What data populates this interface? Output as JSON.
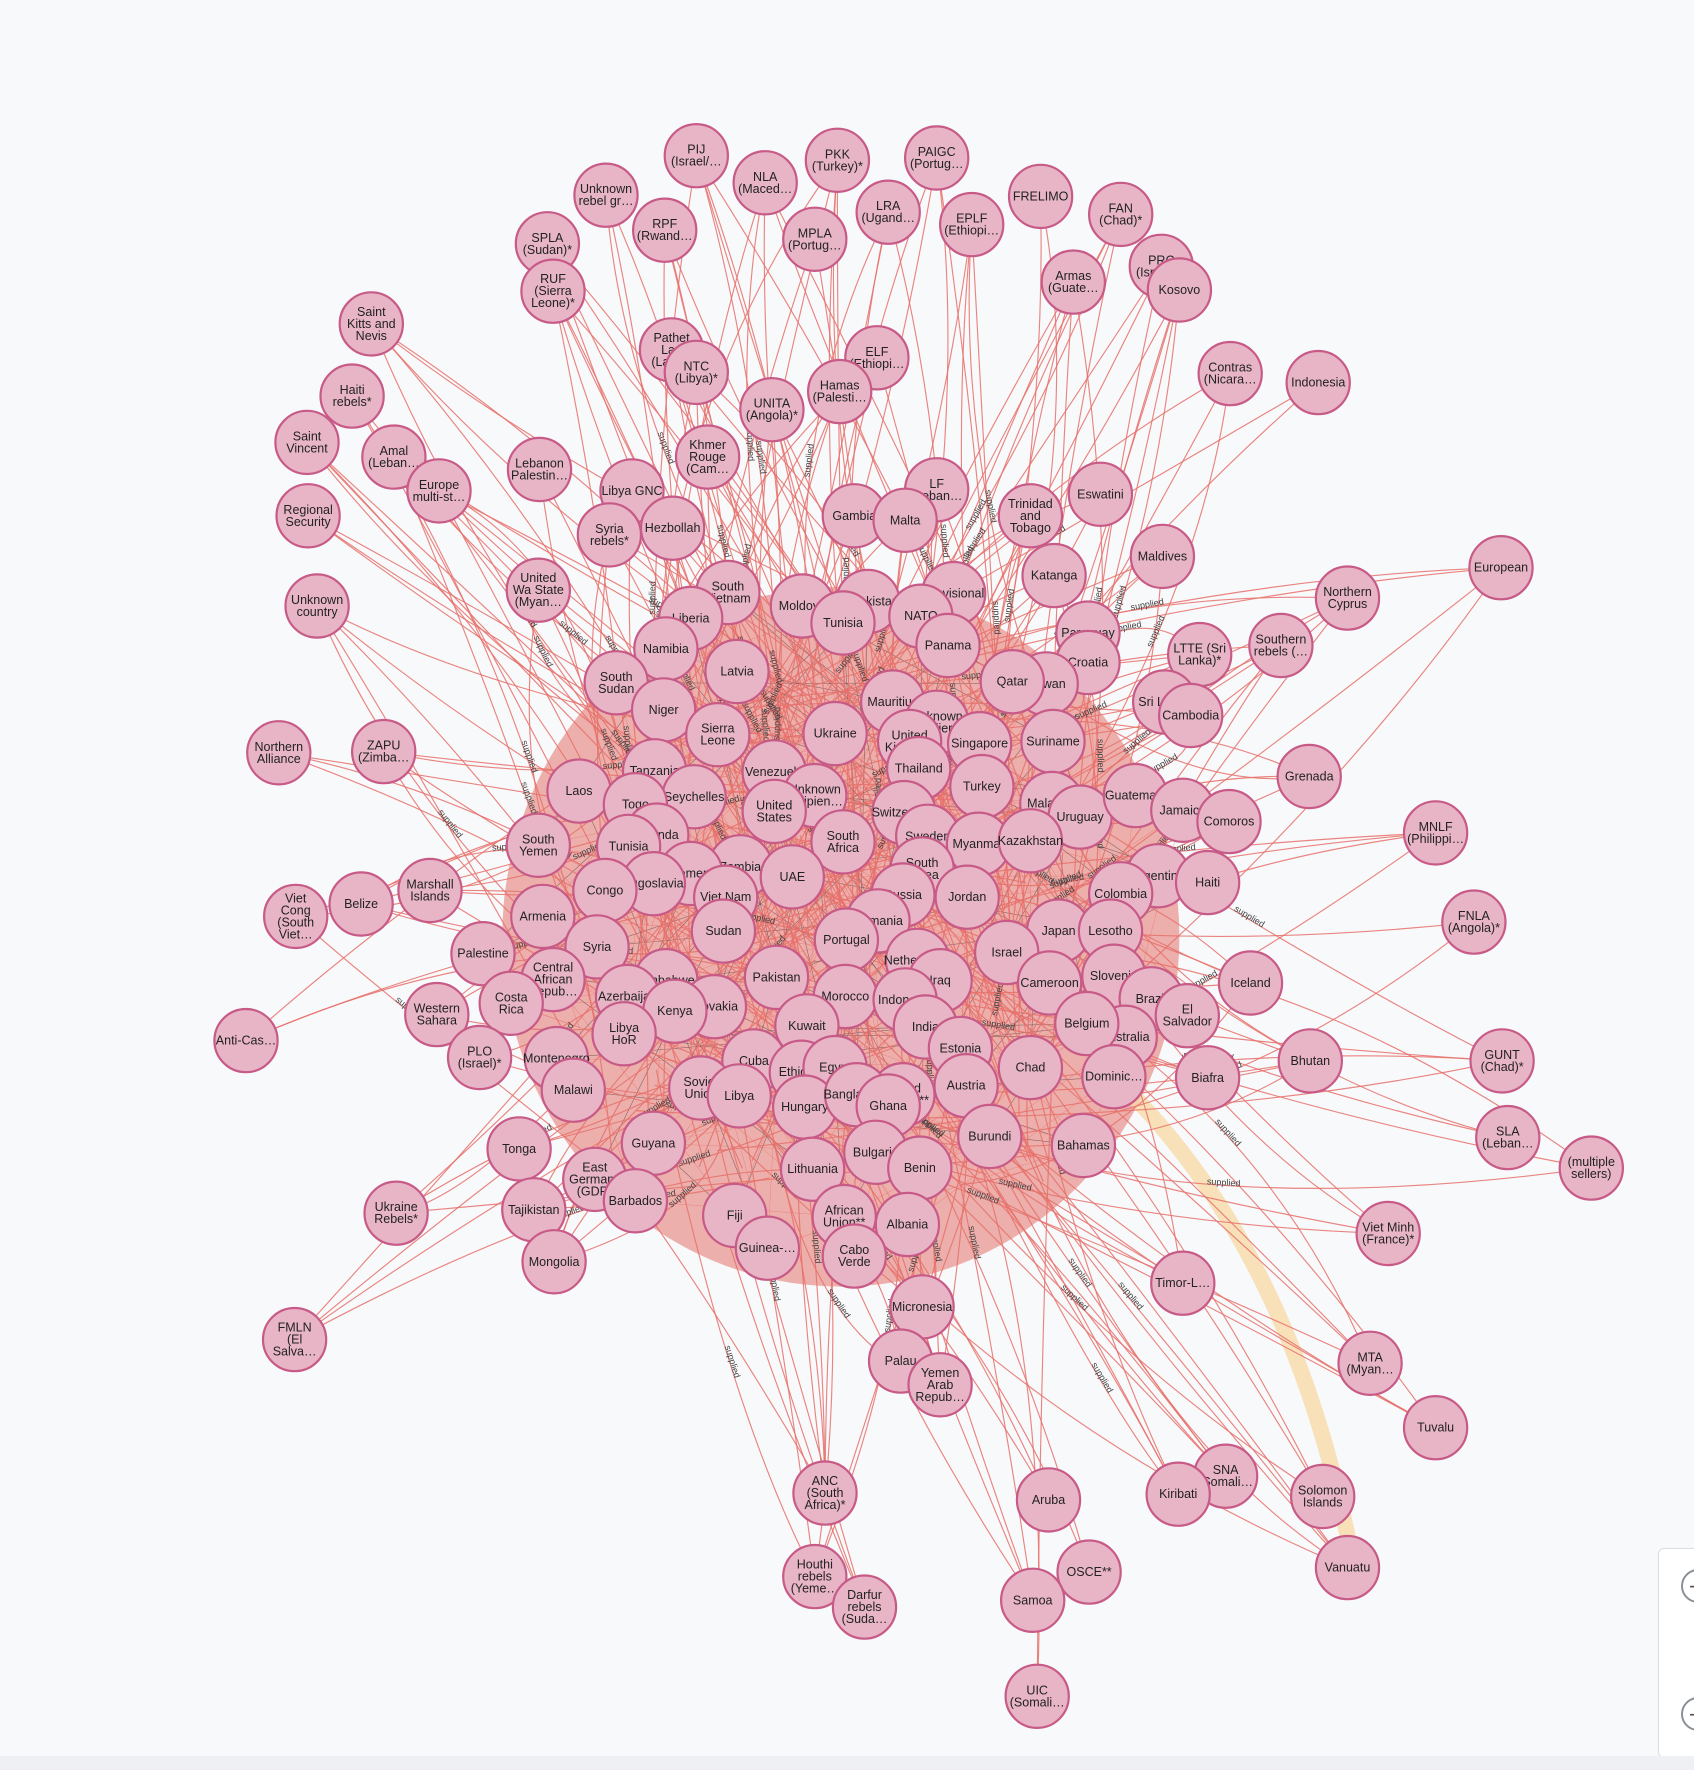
{
  "graph": {
    "edge_label": "supplied",
    "colors": {
      "node_fill": "#e8b5c7",
      "node_stroke": "#c75a86",
      "edge": "#e6706a",
      "highlight": "#f7d9a8"
    },
    "nodes": [
      "PIJ (Israel/…",
      "NLA (Maced…",
      "PKK (Turkey)*",
      "PAIGC (Portug…",
      "Unknown rebel gr…",
      "RPF (Rwand…",
      "LRA (Ugand…",
      "EPLF (Ethiopi…",
      "FRELIMO",
      "FAN (Chad)*",
      "SPLA (Sudan)*",
      "MPLA (Portug…",
      "Armas (Guate…",
      "PRC (Israel/…",
      "Kosovo",
      "RUF (Sierra Leone)*",
      "Saint Kitts and Nevis",
      "Pathet Lao (Laos)*",
      "NTC (Libya)*",
      "ELF (Ethiopi…",
      "Contras (Nicara…",
      "Indonesia",
      "Haiti rebels*",
      "Hamas (Palesti…",
      "UNITA (Angola)*",
      "Saint Vincent",
      "Amal (Leban…",
      "Khmer Rouge (Cam…",
      "Lebanon Palestin…",
      "Europe multi-st…",
      "Libya GNC",
      "LF (Leban…",
      "Eswatini",
      "Regional Security",
      "Gambia",
      "Malta",
      "Trinidad and Tobago",
      "Syria rebels*",
      "Hezbollah",
      "Maldives",
      "European",
      "Katanga",
      "United Wa State (Myan…",
      "Unknown country",
      "Northern Cyprus",
      "South Vietnam",
      "Moldova",
      "Uzbekistan",
      "Provisional",
      "Liberia",
      "Tunisia",
      "NATO",
      "Southern rebels (…",
      "Paraguay",
      "LTTE (Sri Lanka)*",
      "Panama",
      "Namibia",
      "Croatia",
      "Latvia",
      "South Sudan",
      "Taiwan",
      "Qatar",
      "Niger",
      "Sri Lanka",
      "Mauritius",
      "Ukraine",
      "Unknown supplier…",
      "Sierra Leone",
      "Cambodia",
      "Northern Alliance",
      "ZAPU (Zimba…",
      "Singapore",
      "United Kingdom",
      "Suriname",
      "Grenada",
      "Tanzania",
      "Venezuela",
      "Thailand",
      "Seychelles",
      "Laos",
      "Unknown recipient…",
      "Turkey",
      "Togo",
      "United States",
      "Switzerland",
      "Malaysia",
      "Uruguay",
      "Guatemala",
      "Jamaica",
      "Comoros",
      "Uganda",
      "South Yemen",
      "Sweden",
      "MNLF (Philippi…",
      "South Africa",
      "Tunisia",
      "Myanmar",
      "Kazakhstan",
      "Zambia",
      "UAE",
      "South Korea",
      "Yemen",
      "Viet Nam",
      "Yugoslavia",
      "Argentina",
      "Haiti",
      "Belize",
      "Congo",
      "Viet Cong (South Viet…",
      "Marshall Islands",
      "Russia",
      "Armenia",
      "Colombia",
      "FNLA (Angola)*",
      "Romania",
      "Jordan",
      "Japan",
      "Lesotho",
      "Portugal",
      "Sudan",
      "Syria",
      "Palestine",
      "Israel",
      "Netherlands",
      "Central African Repub…",
      "Pakistan",
      "Slovenia",
      "Iceland",
      "Zimbabwe",
      "Cameroon",
      "Costa Rica",
      "Iraq",
      "Morocco",
      "Anti-Cas…",
      "Brazil",
      "Western Sahara",
      "El Salvador",
      "Slovakia",
      "Azerbaijan",
      "Indonesia",
      "Kenya",
      "Australia",
      "Belgium",
      "Libya HoR",
      "Kuwait",
      "India",
      "Estonia",
      "Bhutan",
      "GUNT (Chad)*",
      "Biafra",
      "PLO (Israel)*",
      "Montenegro",
      "Cuba",
      "Ethiopia",
      "Egypt",
      "Dominican Republic",
      "Chad",
      "Soviet Union",
      "Malawi",
      "Libya",
      "Hungary",
      "United Nations**",
      "Bangladesh",
      "Ghana",
      "Austria",
      "Guyana",
      "Bulgaria",
      "SLA (Leban…",
      "(multiple sellers)",
      "Burundi",
      "Bahamas",
      "Tonga",
      "East Germany (GDR)",
      "Benin",
      "Barbados",
      "Ukraine Rebels*",
      "Tajikistan",
      "Lithuania",
      "Fiji",
      "African Union**",
      "Albania",
      "Viet Minh (France)*",
      "Guinea-…",
      "Cabo Verde",
      "Mongolia",
      "Timor-L…",
      "Micronesia",
      "FMLN (El Salva…",
      "MTA (Myan…",
      "Palau",
      "Yemen Arab Repub…",
      "Tuvalu",
      "SNA (Somali…",
      "ANC (South Africa)*",
      "Aruba",
      "Kiribati",
      "Solomon Islands",
      "Houthi rebels (Yeme…",
      "OSCE**",
      "Vanuatu",
      "Darfur rebels (Suda…",
      "Samoa",
      "UIC (Somali…"
    ]
  }
}
